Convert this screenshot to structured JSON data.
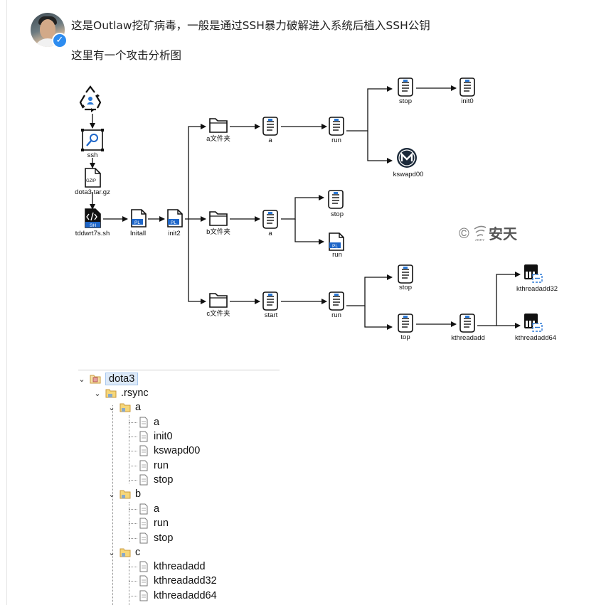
{
  "post": {
    "line1": "这是Outlaw挖矿病毒，一般是通过SSH暴力破解进入系统后植入SSH公钥",
    "line2": "这里有一个攻击分析图"
  },
  "diagram": {
    "nodes": {
      "ssh": "ssh",
      "gz": "dota3.tar.gz",
      "sh": "tddwrt7s.sh",
      "initall": "Initall",
      "init2": "init2",
      "fa": "a文件夹",
      "fb": "b文件夹",
      "fc": "c文件夹",
      "a1": "a",
      "run1": "run",
      "stop1": "stop",
      "init0": "init0",
      "kswapd": "kswapd00",
      "a2": "a",
      "stop2": "stop",
      "run2": "run",
      "start": "start",
      "run3": "run",
      "stop3": "stop",
      "top": "top",
      "kthreadadd": "kthreadadd",
      "k32": "kthreadadd32",
      "k64": "kthreadadd64"
    },
    "badges": {
      "gzip": "GZIP",
      "sh": "SH",
      "pl": "PL"
    },
    "watermark": {
      "symbol": "©",
      "brand": "安天",
      "small": "ANTIY"
    }
  },
  "tree": {
    "root": "dota3",
    "rsync": ".rsync",
    "folder_a": "a",
    "a_files": [
      "a",
      "init0",
      "kswapd00",
      "run",
      "stop"
    ],
    "folder_b": "b",
    "b_files": [
      "a",
      "run",
      "stop"
    ],
    "folder_c": "c",
    "c_files": [
      "kthreadadd",
      "kthreadadd32",
      "kthreadadd64"
    ],
    "expand_icon": "chevron-down-icon"
  },
  "colors": {
    "pl_blue": "#1e66c8",
    "verified_blue": "#2d8cf0",
    "tree_selection": "#dce9f8"
  }
}
